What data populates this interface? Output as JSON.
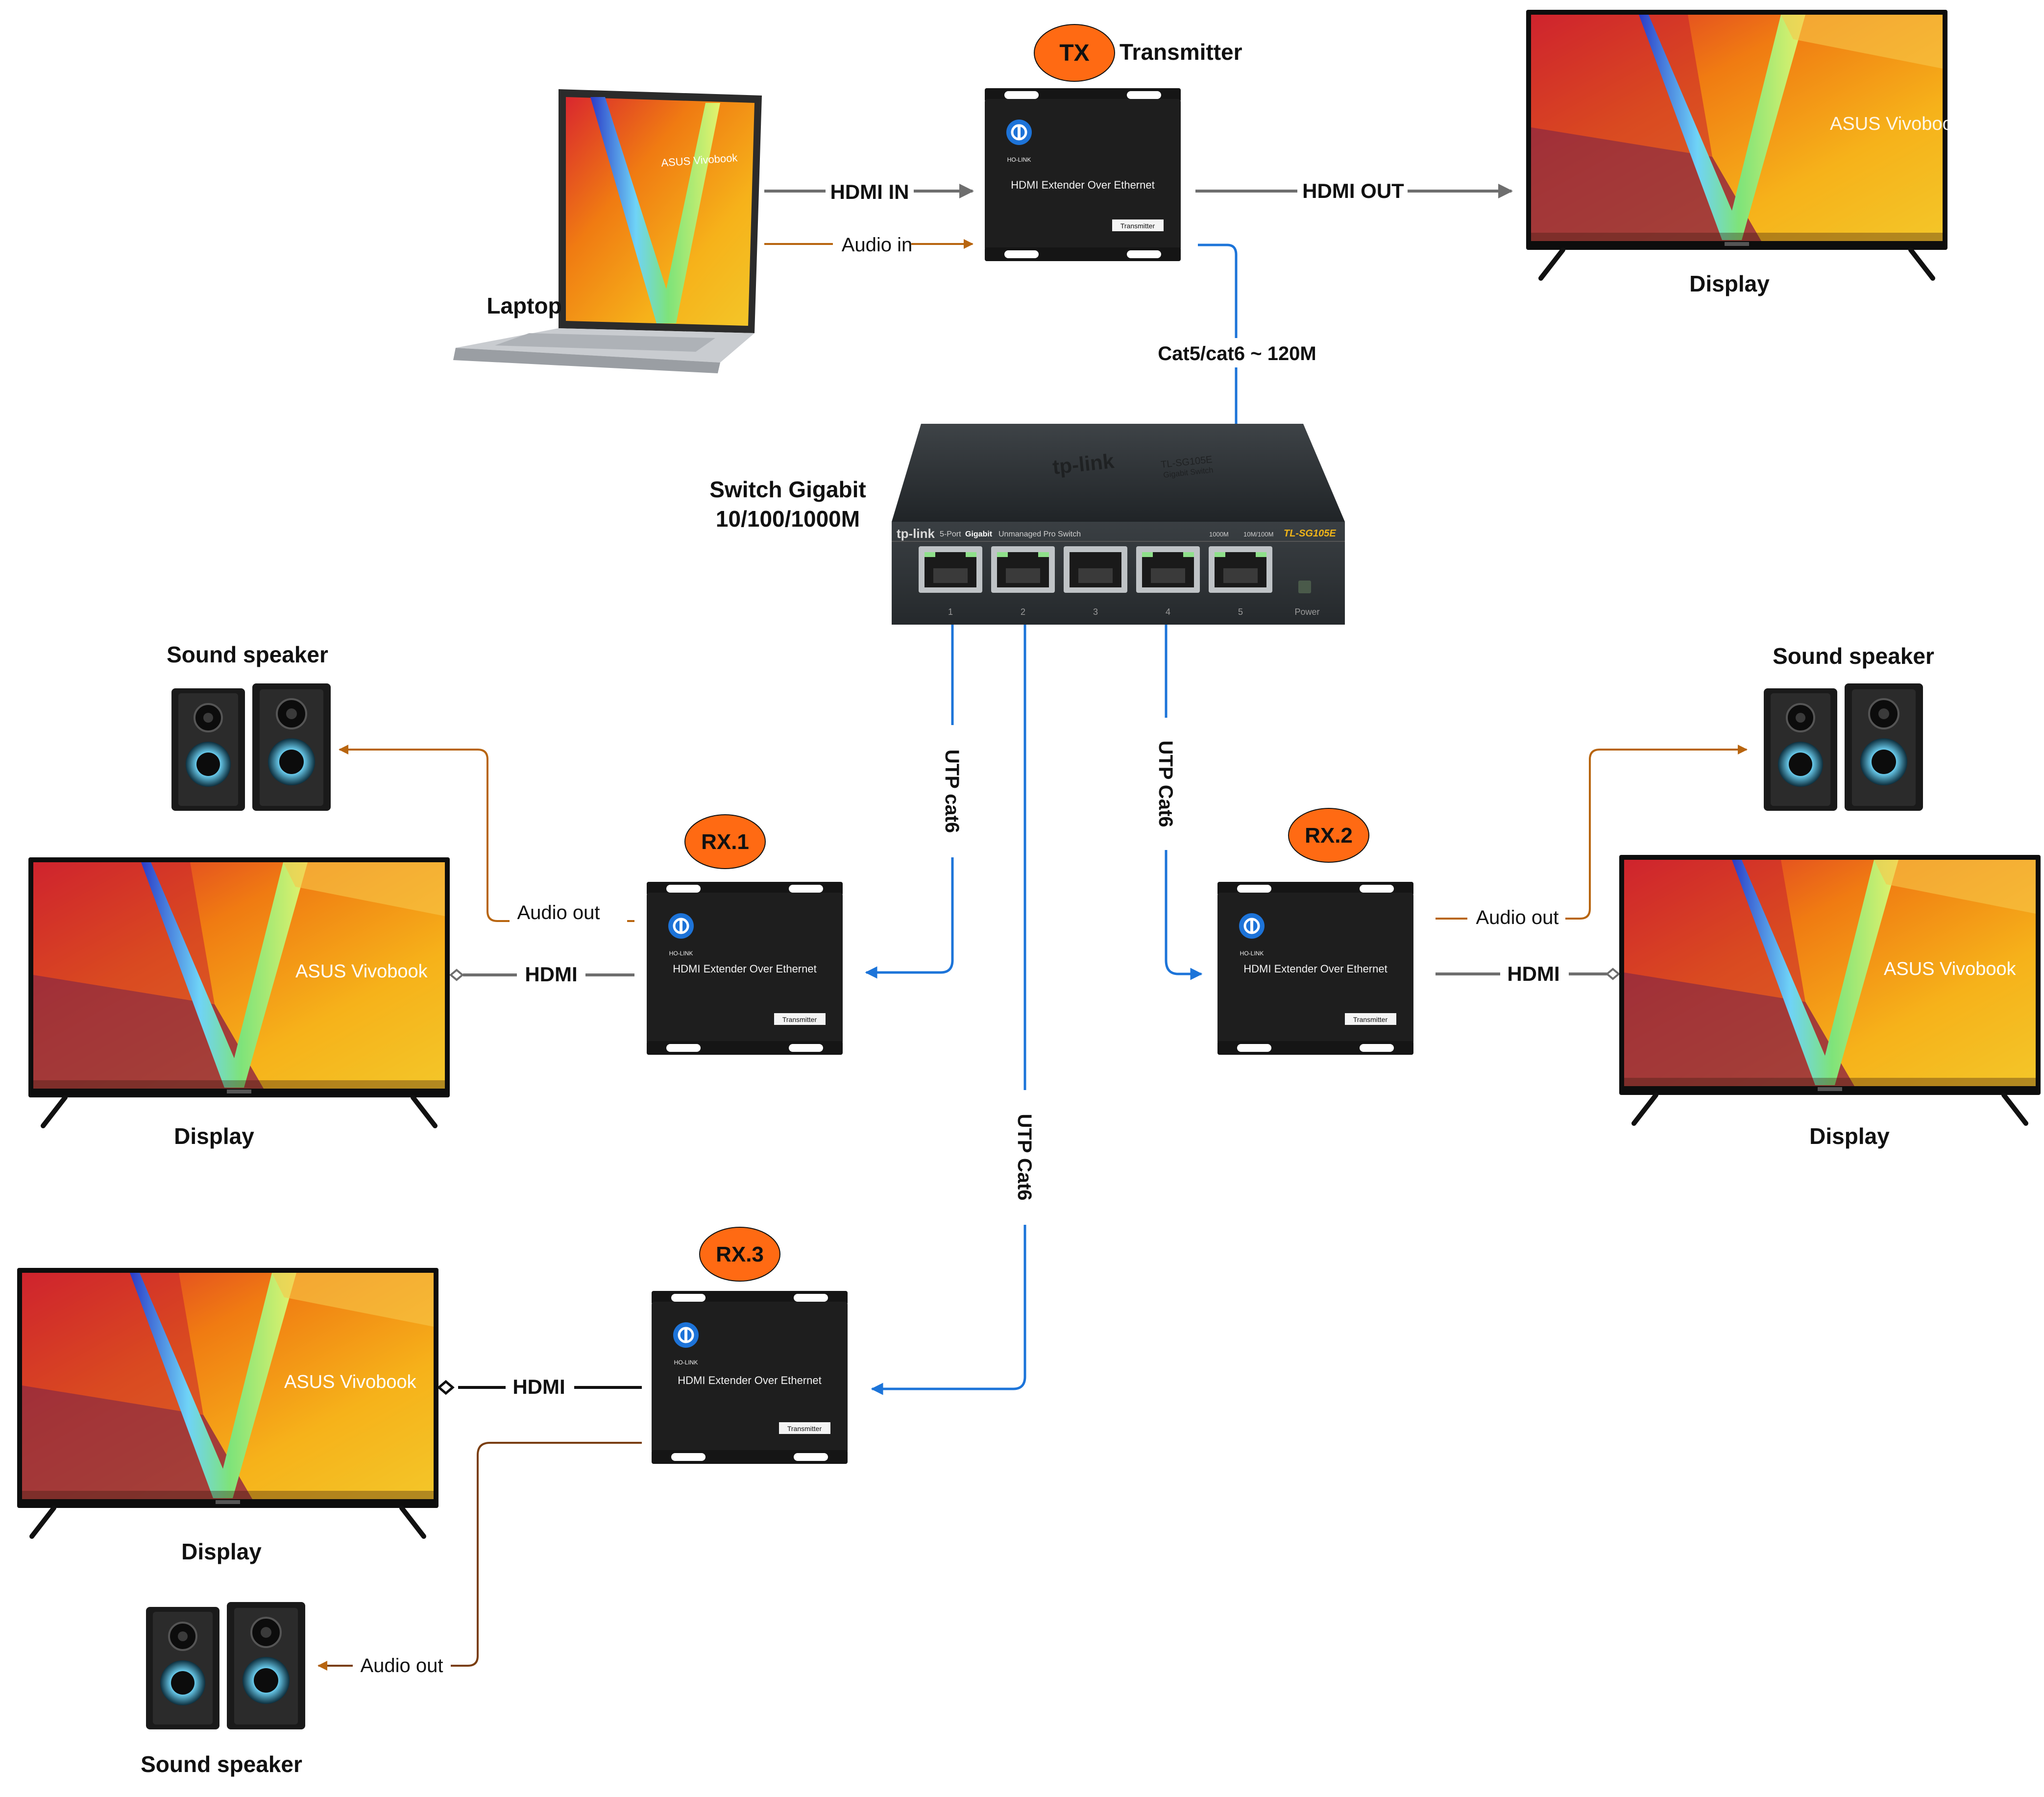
{
  "labels": {
    "tx_badge": "TX",
    "transmitter": "Transmitter",
    "laptop": "Laptop",
    "hdmi_in": "HDMI IN",
    "audio_in": "Audio in",
    "hdmi_out": "HDMI OUT",
    "display": "Display",
    "cable_len": "Cat5/cat6 ~ 120M",
    "switch_line1": "Switch Gigabit",
    "switch_line2": "10/100/1000M",
    "sound_speaker": "Sound speaker",
    "rx1": "RX.1",
    "rx2": "RX.2",
    "rx3": "RX.3",
    "audio_out": "Audio out",
    "hdmi": "HDMI",
    "utp_cat6_lower": "UTP cat6",
    "utp_cat6": "UTP Cat6"
  },
  "device": {
    "extender_title": "HDMI Extender Over Ethernet",
    "extender_tag": "Transmitter",
    "brand": "HO-LINK"
  },
  "screen": {
    "brand_text": "ASUS Vivobook"
  },
  "switch": {
    "logo": "tp-link",
    "model_top": "TL-SG105E",
    "model_top_sub": "Gigabit Switch",
    "front_desc_bold": "Gigabit",
    "front_desc_pre": "5-Port",
    "front_desc_post": "Unmanaged Pro Switch",
    "model_front": "TL-SG105E",
    "speed_a": "1000M",
    "speed_b": "10M/100M",
    "ports": [
      "1",
      "2",
      "3",
      "4",
      "5"
    ],
    "power": "Power"
  },
  "colors": {
    "video_line": "#6e6e6e",
    "audio_line": "#b8650f",
    "network_line": "#1c74d9",
    "badge": "#ff6a13",
    "device_body": "#1e1e1e"
  }
}
